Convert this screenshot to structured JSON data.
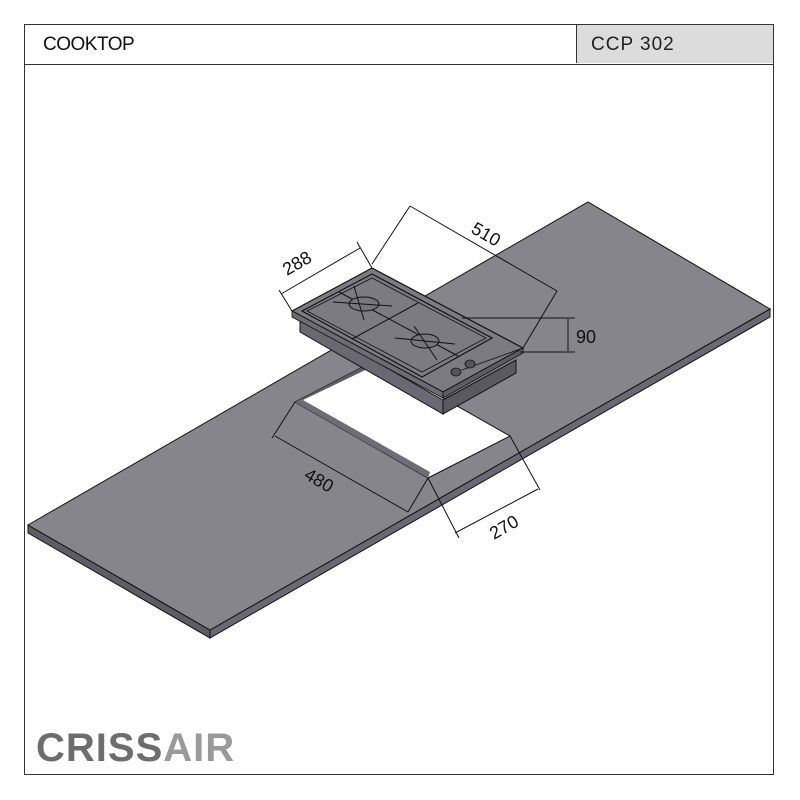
{
  "header": {
    "title": "COOKTOP",
    "model": "CCP 302"
  },
  "drawing": {
    "subject": "Two-burner gas cooktop above countertop cutout",
    "dimensions": {
      "width": "288",
      "depth": "510",
      "height": "90",
      "cutout_length": "480",
      "cutout_width": "270"
    },
    "colors": {
      "countertop": "#86858c",
      "countertop_edge": "#5e5d66",
      "cooktop": "#7c7b84",
      "line": "#111111"
    }
  },
  "logo": {
    "part1": "CRISS",
    "part2": "AIR"
  }
}
